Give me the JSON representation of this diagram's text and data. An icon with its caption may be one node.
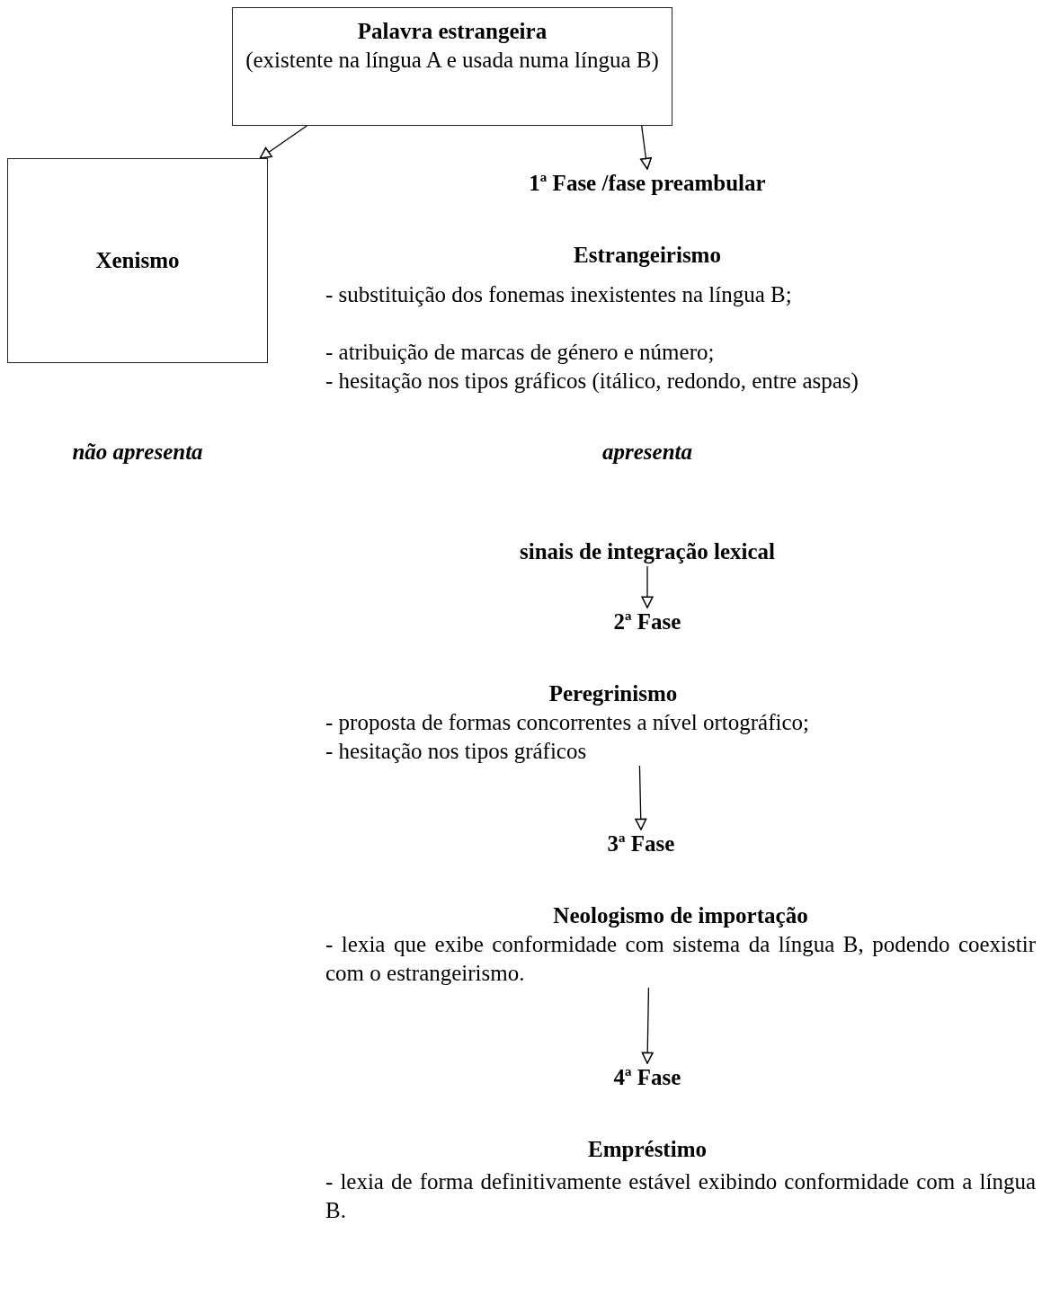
{
  "diagram": {
    "nodes": [
      {
        "text": [
          "Palavra estrangeira",
          "(existente na língua A e usada numa língua B)"
        ]
      },
      {
        "text": [
          "Xenismo"
        ]
      },
      {
        "text": [
          "1ª Fase /fase preambular"
        ]
      },
      {
        "text": [
          "sinais de integração lexical"
        ]
      },
      {
        "text": [
          "2ª Fase"
        ]
      },
      {
        "text": [
          "Peregrinismo",
          "- proposta de formas concorrentes a nível ortográfico;",
          "- hesitação nos tipos gráficos"
        ]
      },
      {
        "text": [
          "3ª Fase"
        ]
      },
      {
        "text": [
          "Neologismo de importação",
          "- lexia que exibe conformidade com sistema da língua B, podendo coexistir com o estrangeirismo."
        ]
      },
      {
        "text": [
          "4ª Fase"
        ]
      }
    ],
    "edges": [
      {
        "from": 0,
        "to": 1,
        "arrow": "to"
      },
      {
        "from": 0,
        "to": 2,
        "arrow": "to"
      },
      {
        "from": 3,
        "to": 4,
        "arrow": "to"
      },
      {
        "from": 5,
        "to": 6,
        "arrow": "to"
      },
      {
        "from": 7,
        "to": 8,
        "arrow": "to"
      }
    ],
    "labels": [
      "Estrangeirismo",
      "- substituição dos fonemas inexistentes na língua B;",
      "- atribuição de marcas de género e número;",
      "- hesitação nos tipos gráficos (itálico, redondo, entre aspas)",
      "não apresenta",
      "apresenta",
      "Empréstimo",
      "- lexia de forma definitivamente estável exibindo conformidade com a língua B."
    ]
  }
}
